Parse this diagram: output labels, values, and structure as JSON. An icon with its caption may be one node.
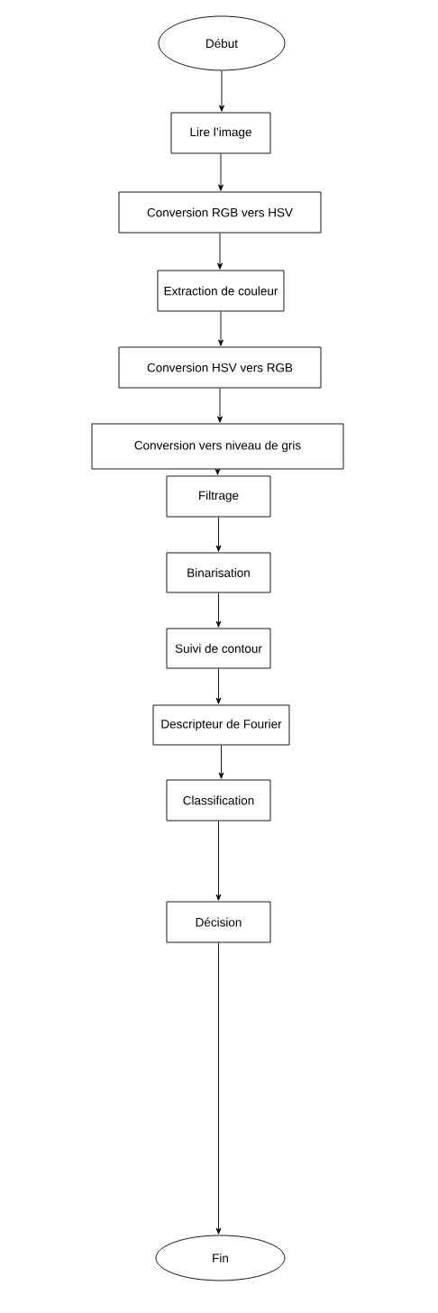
{
  "diagram": {
    "nodes": [
      {
        "text": [
          "Début"
        ]
      },
      {
        "text": [
          "Lire l’image"
        ]
      },
      {
        "text": [
          "Conversion  RGB vers HSV"
        ]
      },
      {
        "text": [
          "Extraction de couleur"
        ]
      },
      {
        "text": [
          "Conversion  HSV vers RGB"
        ]
      },
      {
        "text": [
          "Conversion vers niveau de gris"
        ]
      },
      {
        "text": [
          "Filtrage"
        ]
      },
      {
        "text": [
          "Binarisation"
        ]
      },
      {
        "text": [
          "Suivi de contour"
        ]
      },
      {
        "text": [
          "Descripteur de Fourier"
        ]
      },
      {
        "text": [
          "Classification"
        ]
      },
      {
        "text": [
          "Décision"
        ]
      },
      {
        "text": [
          "Fin"
        ]
      }
    ],
    "edges": [
      {
        "from": 0,
        "to": 1,
        "arrow": "to"
      },
      {
        "from": 1,
        "to": 2,
        "arrow": "to"
      },
      {
        "from": 2,
        "to": 3,
        "arrow": "to"
      },
      {
        "from": 3,
        "to": 4,
        "arrow": "to"
      },
      {
        "from": 4,
        "to": 5,
        "arrow": "to"
      },
      {
        "from": 5,
        "to": 6,
        "arrow": "to"
      },
      {
        "from": 6,
        "to": 7,
        "arrow": "to"
      },
      {
        "from": 7,
        "to": 8,
        "arrow": "to"
      },
      {
        "from": 8,
        "to": 9,
        "arrow": "to"
      },
      {
        "from": 9,
        "to": 10,
        "arrow": "to"
      },
      {
        "from": 10,
        "to": 11,
        "arrow": "to"
      },
      {
        "from": 11,
        "to": 12,
        "arrow": "to"
      }
    ]
  }
}
